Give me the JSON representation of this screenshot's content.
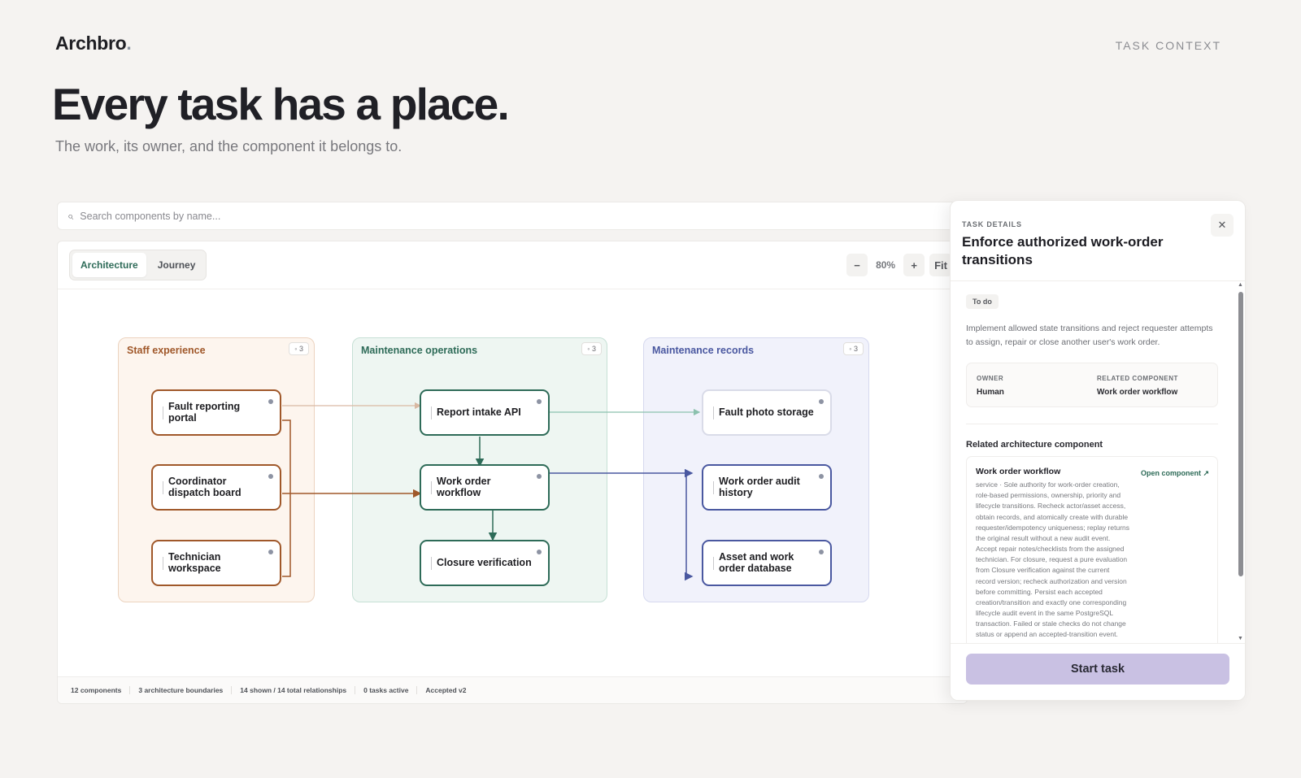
{
  "brand": {
    "name": "Archbro",
    "dot": "."
  },
  "header": {
    "context_label": "TASK CONTEXT"
  },
  "hero": {
    "title": "Every task has a place.",
    "subtitle": "The work, its owner, and the component it belongs to."
  },
  "search": {
    "placeholder": "Search components by name...",
    "icon": "search-icon"
  },
  "view_tabs": [
    {
      "label": "Architecture",
      "active": true
    },
    {
      "label": "Journey",
      "active": false
    }
  ],
  "zoom": {
    "minus": "−",
    "level": "80%",
    "plus": "+",
    "fit": "Fit"
  },
  "groups": [
    {
      "title": "Staff experience",
      "count": "◦ 3",
      "color": "#a0582a",
      "fill": "#fdf5ee",
      "border": "#ecd3bf",
      "nodes": [
        "Fault reporting portal",
        "Coordinator dispatch board",
        "Technician workspace"
      ]
    },
    {
      "title": "Maintenance operations",
      "count": "◦ 3",
      "color": "#2e6b58",
      "fill": "#eef6f2",
      "border": "#c6e0d5",
      "nodes": [
        "Report intake API",
        "Work order workflow",
        "Closure verification"
      ]
    },
    {
      "title": "Maintenance records",
      "count": "◦ 3",
      "color": "#4a58a0",
      "fill": "#f1f2fb",
      "border": "#d6d9ef",
      "nodes": [
        "Fault photo storage",
        "Work order audit history",
        "Asset and work order database"
      ]
    }
  ],
  "statusbar": [
    "12 components",
    "3 architecture boundaries",
    "14 shown / 14 total relationships",
    "0 tasks active",
    "Accepted v2"
  ],
  "task_panel": {
    "eyebrow": "TASK DETAILS",
    "title": "Enforce authorized work-order transitions",
    "close": "✕",
    "status": "To do",
    "description": "Implement allowed state transitions and reject requester attempts to assign, repair or close another user's work order.",
    "owner_label": "OWNER",
    "owner_value": "Human",
    "related_label": "RELATED COMPONENT",
    "related_value": "Work order workflow",
    "section_title": "Related architecture component",
    "component": {
      "name": "Work order workflow",
      "link": "Open component ↗",
      "description": "service · Sole authority for work-order creation, role-based permissions, ownership, priority and lifecycle transitions. Recheck actor/asset access, obtain records, and atomically create with durable requester/idempotency uniqueness; replay returns the original result without a new audit event. Accept repair notes/checklists from the assigned technician. For closure, request a pure evaluation from Closure verification against the current record version; recheck authorization and version before committing. Persist each accepted creation/transition and exactly one corresponding lifecycle audit event in the same PostgreSQL transaction. Failed or stale checks do not change status or append an accepted-transition event. Serve authorized"
    },
    "start_button": "Start task"
  }
}
